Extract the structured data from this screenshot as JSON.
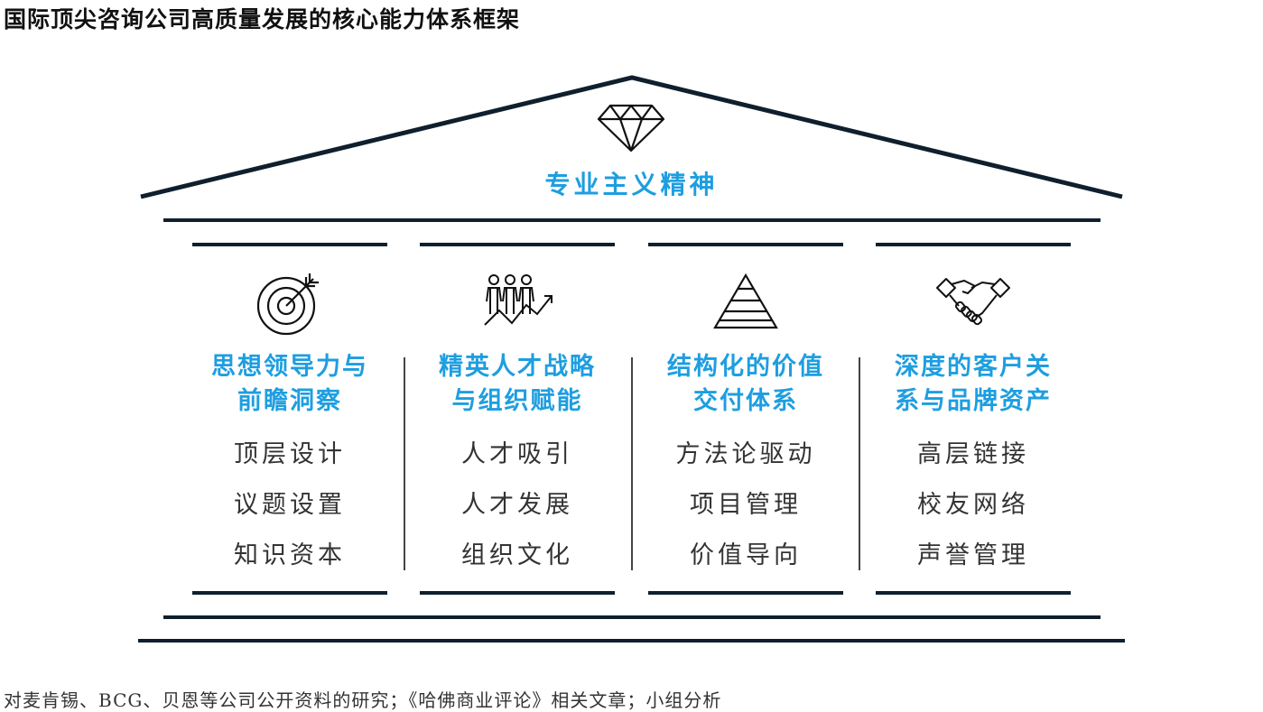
{
  "title": "国际顶尖咨询公司高质量发展的核心能力体系框架",
  "motto": "专业主义精神",
  "colors": {
    "accent": "#1e9ee0",
    "dark": "#0f1f2e"
  },
  "pillars": [
    {
      "icon": "target-icon",
      "heading_line1": "思想领导力与",
      "heading_line2": "前瞻洞察",
      "items": [
        "顶层设计",
        "议题设置",
        "知识资本"
      ]
    },
    {
      "icon": "talent-growth-icon",
      "heading_line1": "精英人才战略",
      "heading_line2": "与组织赋能",
      "items": [
        "人才吸引",
        "人才发展",
        "组织文化"
      ]
    },
    {
      "icon": "pyramid-icon",
      "heading_line1": "结构化的价值",
      "heading_line2": "交付体系",
      "items": [
        "方法论驱动",
        "项目管理",
        "价值导向"
      ]
    },
    {
      "icon": "handshake-icon",
      "heading_line1": "深度的客户关",
      "heading_line2": "系与品牌资产",
      "items": [
        "高层链接",
        "校友网络",
        "声誉管理"
      ]
    }
  ],
  "source": "对麦肯锡、BCG、贝恩等公司公开资料的研究；《哈佛商业评论》相关文章；小组分析"
}
